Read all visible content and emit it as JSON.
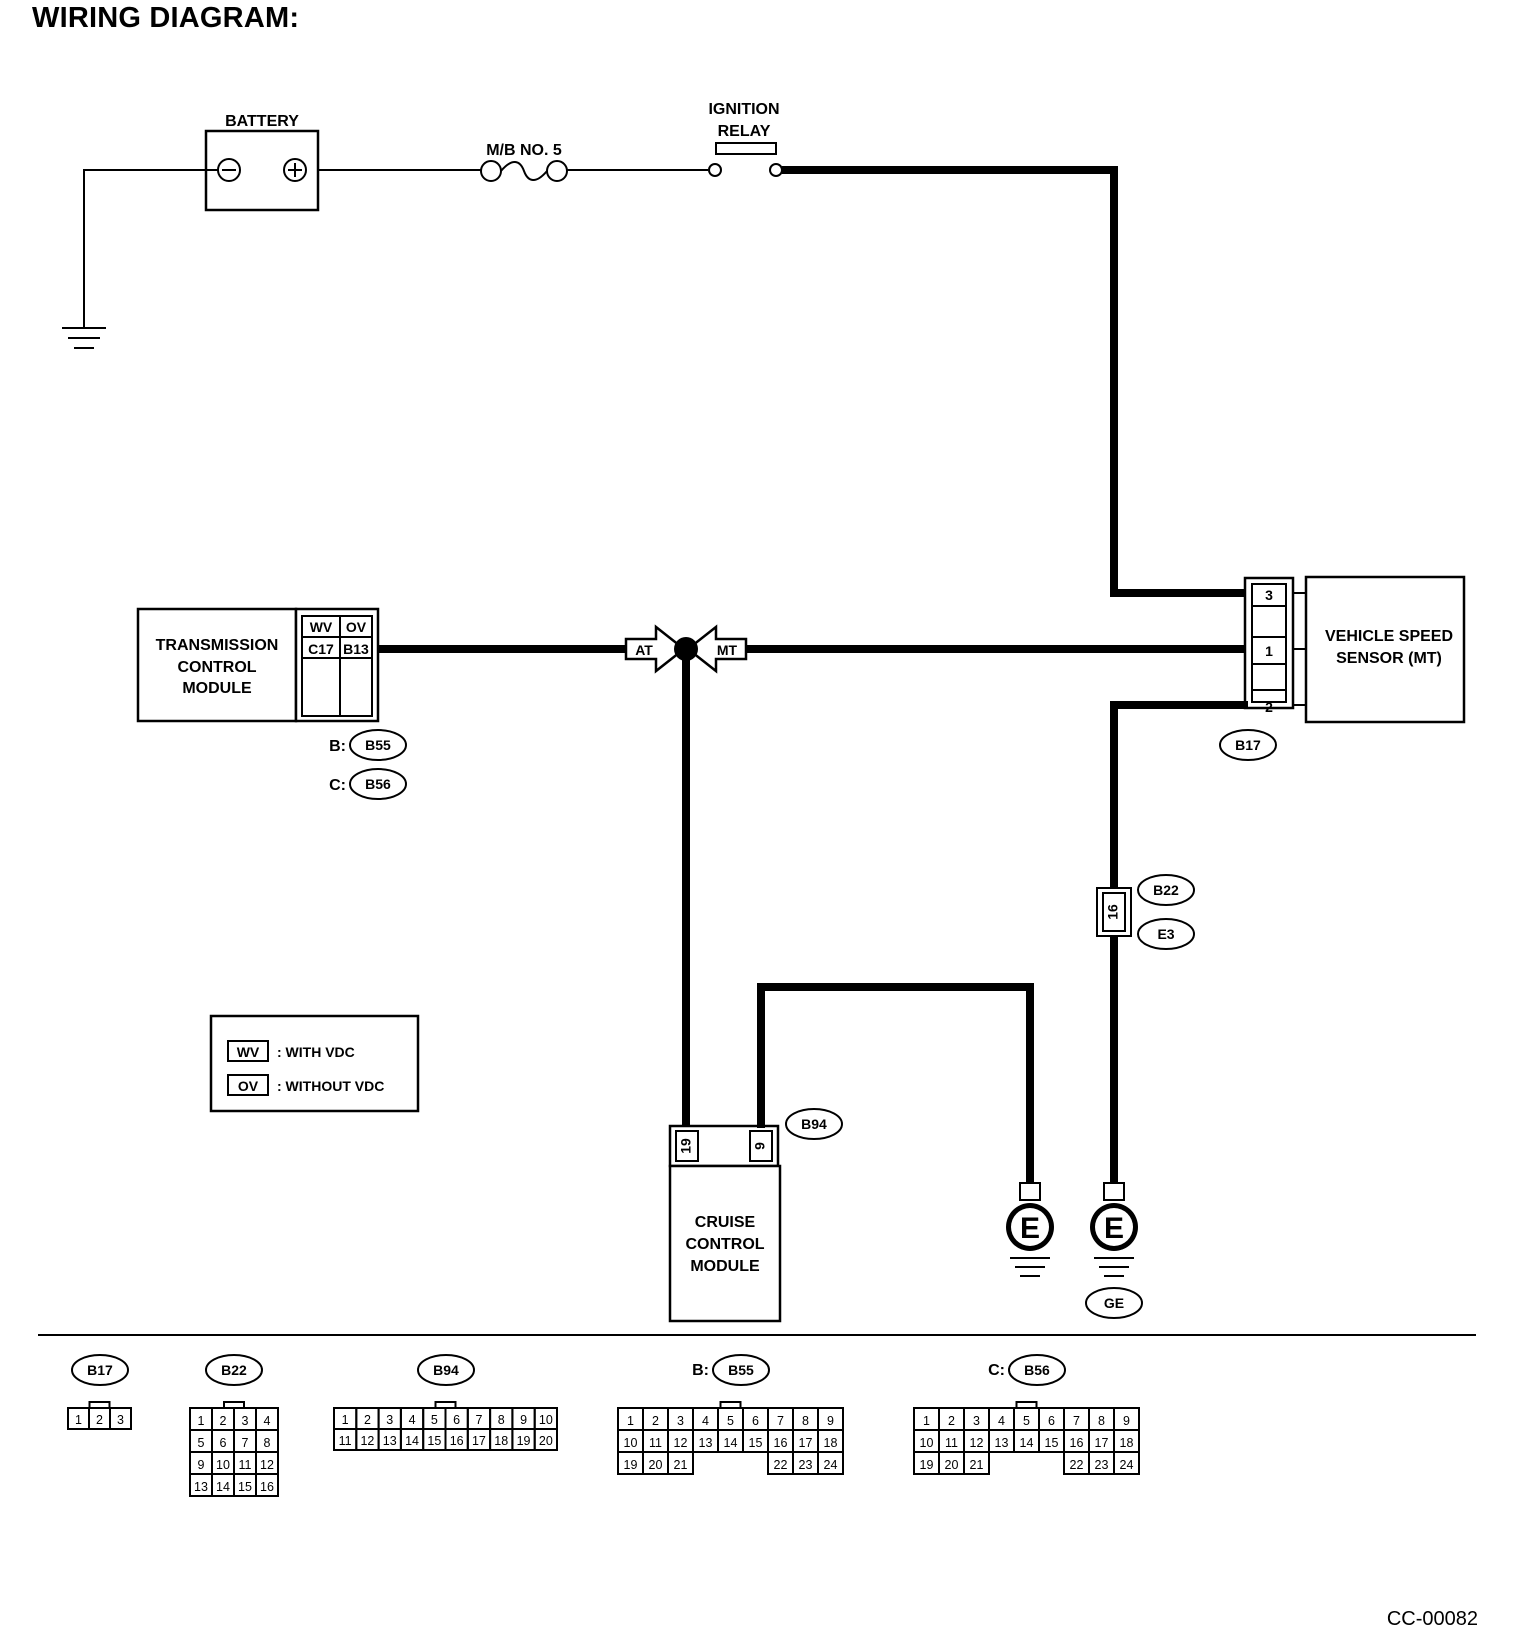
{
  "title": "WIRING DIAGRAM:",
  "figure_code": "CC-00082",
  "components": {
    "battery": "BATTERY",
    "fuse": "M/B NO. 5",
    "ignition_relay": [
      "IGNITION",
      "RELAY"
    ],
    "tcm": [
      "TRANSMISSION",
      "CONTROL",
      "MODULE"
    ],
    "vss": [
      "VEHICLE SPEED",
      "SENSOR (MT)"
    ],
    "ccm": [
      "CRUISE",
      "CONTROL",
      "MODULE"
    ]
  },
  "tcm_table": {
    "headers": [
      "WV",
      "OV"
    ],
    "pins": [
      "C17",
      "B13"
    ]
  },
  "tcm_connectors": [
    {
      "prefix": "B:",
      "id": "B55"
    },
    {
      "prefix": "C:",
      "id": "B56"
    }
  ],
  "branch_labels": {
    "left": "AT",
    "right": "MT"
  },
  "vss_pins": [
    "3",
    "1",
    "2"
  ],
  "vss_connector": "B17",
  "inline_connector": {
    "pin": "16",
    "ids": [
      "B22",
      "E3"
    ]
  },
  "ccm_connector": {
    "id": "B94",
    "pins": [
      "19",
      "9"
    ]
  },
  "ground_labels": {
    "ground_e": "E",
    "ge": "GE"
  },
  "legend": [
    {
      "code": "WV",
      "text": ": WITH VDC"
    },
    {
      "code": "OV",
      "text": ": WITHOUT VDC"
    }
  ],
  "connector_views": [
    {
      "id": "B17",
      "prefix": "",
      "rows": [
        [
          "1",
          "2",
          "3"
        ]
      ]
    },
    {
      "id": "B22",
      "prefix": "",
      "rows": [
        [
          "1",
          "2",
          "3",
          "4"
        ],
        [
          "5",
          "6",
          "7",
          "8"
        ],
        [
          "9",
          "10",
          "11",
          "12"
        ],
        [
          "13",
          "14",
          "15",
          "16"
        ]
      ]
    },
    {
      "id": "B94",
      "prefix": "",
      "rows": [
        [
          "1",
          "2",
          "3",
          "4",
          "5",
          "6",
          "7",
          "8",
          "9",
          "10"
        ],
        [
          "11",
          "12",
          "13",
          "14",
          "15",
          "16",
          "17",
          "18",
          "19",
          "20"
        ]
      ]
    },
    {
      "id": "B55",
      "prefix": "B:",
      "rows": [
        [
          "1",
          "2",
          "3",
          "4",
          "5",
          "6",
          "7",
          "8",
          "9"
        ],
        [
          "10",
          "11",
          "12",
          "13",
          "14",
          "15",
          "16",
          "17",
          "18"
        ],
        [
          "19",
          "20",
          "21",
          "22",
          "23",
          "24"
        ]
      ]
    },
    {
      "id": "B56",
      "prefix": "C:",
      "rows": [
        [
          "1",
          "2",
          "3",
          "4",
          "5",
          "6",
          "7",
          "8",
          "9"
        ],
        [
          "10",
          "11",
          "12",
          "13",
          "14",
          "15",
          "16",
          "17",
          "18"
        ],
        [
          "19",
          "20",
          "21",
          "22",
          "23",
          "24"
        ]
      ]
    }
  ],
  "colors": {
    "line": "#000000",
    "background": "#ffffff"
  }
}
